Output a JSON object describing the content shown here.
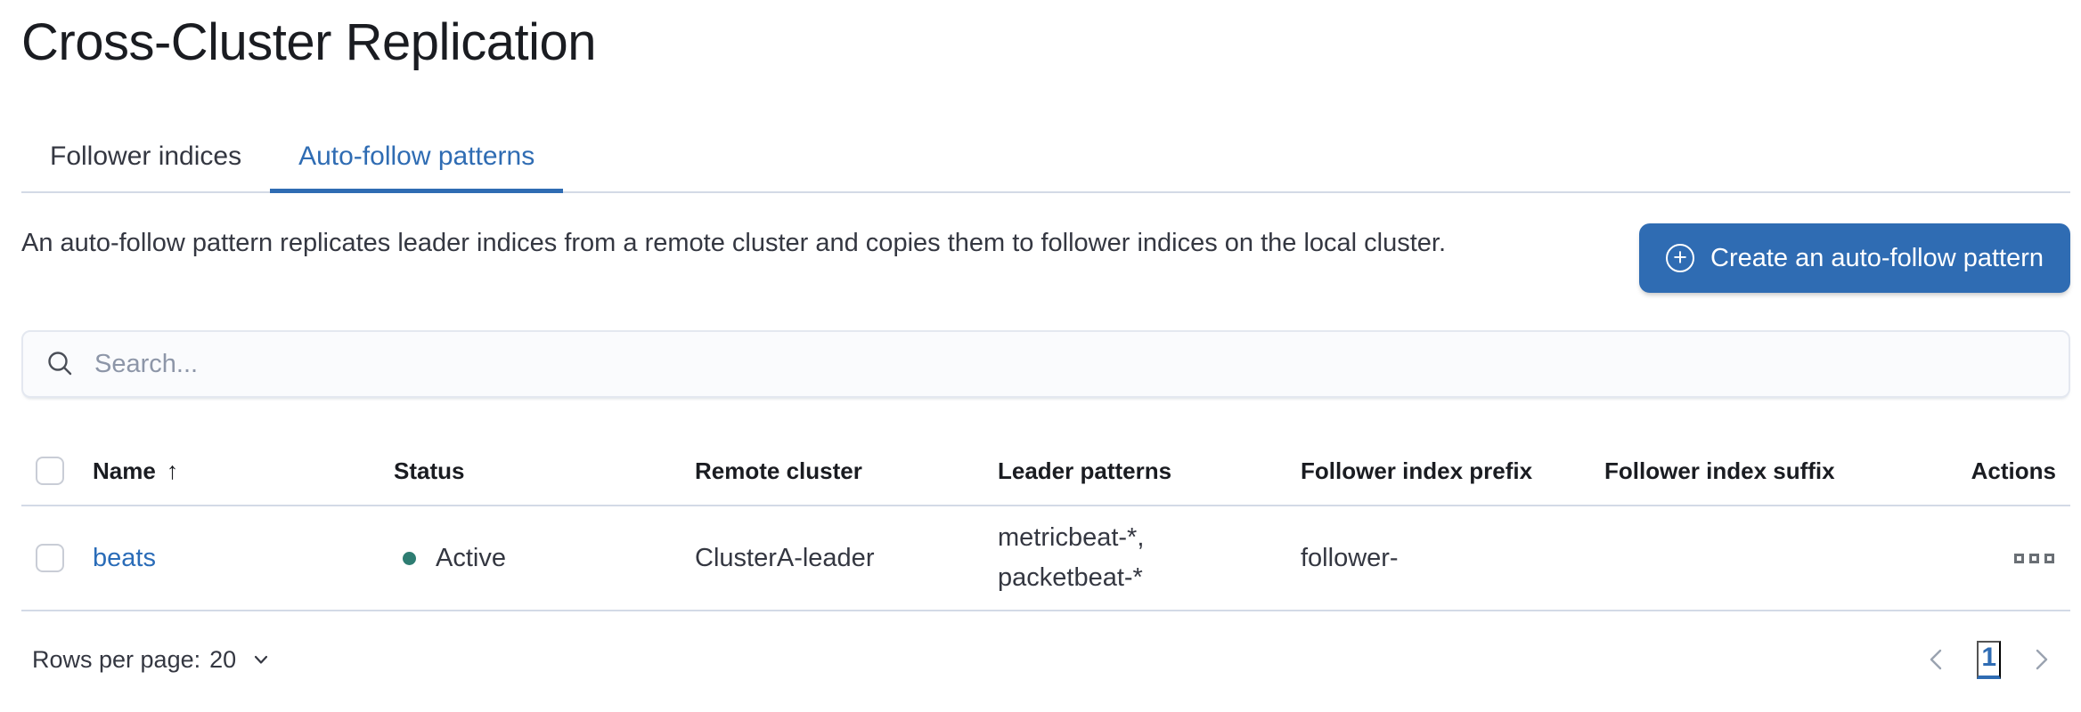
{
  "header": {
    "title": "Cross-Cluster Replication"
  },
  "tabs": {
    "items": [
      {
        "label": "Follower indices",
        "active": false
      },
      {
        "label": "Auto-follow patterns",
        "active": true
      }
    ]
  },
  "intro": {
    "description": "An auto-follow pattern replicates leader indices from a remote cluster and copies them to follower indices on the local cluster.",
    "create_button": {
      "label": "Create an auto-follow pattern",
      "icon_glyph": "+"
    }
  },
  "search": {
    "placeholder": "Search...",
    "value": ""
  },
  "table": {
    "columns": [
      "Name",
      "Status",
      "Remote cluster",
      "Leader patterns",
      "Follower index prefix",
      "Follower index suffix",
      "Actions"
    ],
    "sort": {
      "column": "Name",
      "direction": "ascending",
      "arrow": "↑"
    },
    "rows": [
      {
        "name": "beats",
        "status": "Active",
        "remote_cluster": "ClusterA-leader",
        "leader_patterns": [
          "metricbeat-*,",
          "packetbeat-*"
        ],
        "follower_index_prefix": "follower-",
        "follower_index_suffix": ""
      }
    ]
  },
  "footer": {
    "rows_per_page": {
      "label": "Rows per page:",
      "value": "20"
    },
    "pagination": {
      "current_page": "1"
    }
  },
  "colors": {
    "primary": "#2f6cb3",
    "link": "#2a6cb8",
    "status_active": "#2e7d72",
    "border": "#d3dae6",
    "title_text": "#1a1c21",
    "body_text": "#343741",
    "icon_gray": "#6a6f75",
    "pagination_chevron": "#9aa3b0"
  }
}
